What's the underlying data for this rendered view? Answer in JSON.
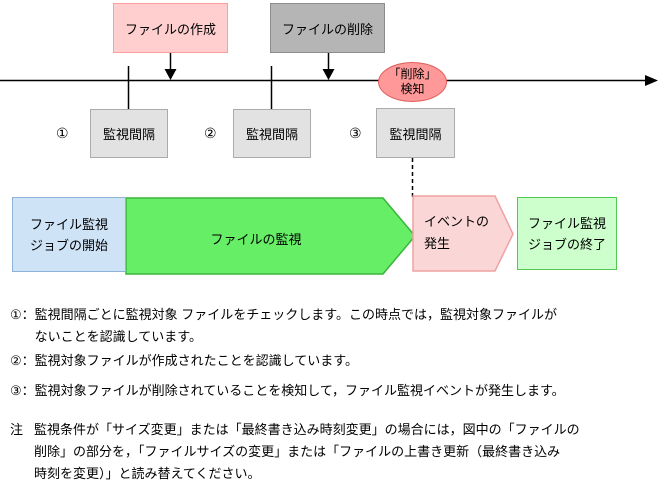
{
  "colors": {
    "pink_box_fill": "#FFCFCF",
    "pink_box_border": "#FF9C9C",
    "gray_box_fill": "#B5B5B5",
    "gray_box_border": "#8C8C8C",
    "interval_fill": "#E2E2E2",
    "interval_border": "#ABABAB",
    "ellipse_fill": "#FF9999",
    "ellipse_border": "#E05C5C",
    "blue_fill": "#CFE3F7",
    "blue_border": "#8FB2D8",
    "green_fill": "#66EE66",
    "green_border": "#3CB43C",
    "event_fill": "#FAD6D6",
    "event_border": "#EFA2A2",
    "end_fill": "#CCFFCC",
    "end_border": "#52C852"
  },
  "timeline": {
    "create_label": "ファイルの作成",
    "delete_label": "ファイルの削除",
    "detect_label": "「削除」\n検知",
    "intervals": [
      {
        "num": "①",
        "label": "監視間隔"
      },
      {
        "num": "②",
        "label": "監視間隔"
      },
      {
        "num": "③",
        "label": "監視間隔"
      }
    ]
  },
  "flow": {
    "start": "ファイル監視\nジョブの開始",
    "monitor": "ファイルの監視",
    "event": "イベントの\n発生",
    "end": "ファイル監視\nジョブの終了"
  },
  "notes": [
    {
      "label": "①：",
      "text": "監視間隔ごとに監視対象 ファイルをチェックします。この時点では，監視対象ファイルが\nないことを認識しています。"
    },
    {
      "label": "②：",
      "text": "監視対象ファイルが作成されたことを認識しています。"
    },
    {
      "label": "③：",
      "text": "監視対象ファイルが削除されていることを検知して，ファイル監視イベントが発生します。"
    },
    {
      "label": "注",
      "text": "監視条件が「サイズ変更」または「最終書き込み時刻変更」の場合には，図中の「ファイルの\n削除」の部分を，「ファイルサイズの変更」または「ファイルの上書き更新（最終書き込み\n時刻を変更）」と読み替えてください。"
    }
  ]
}
